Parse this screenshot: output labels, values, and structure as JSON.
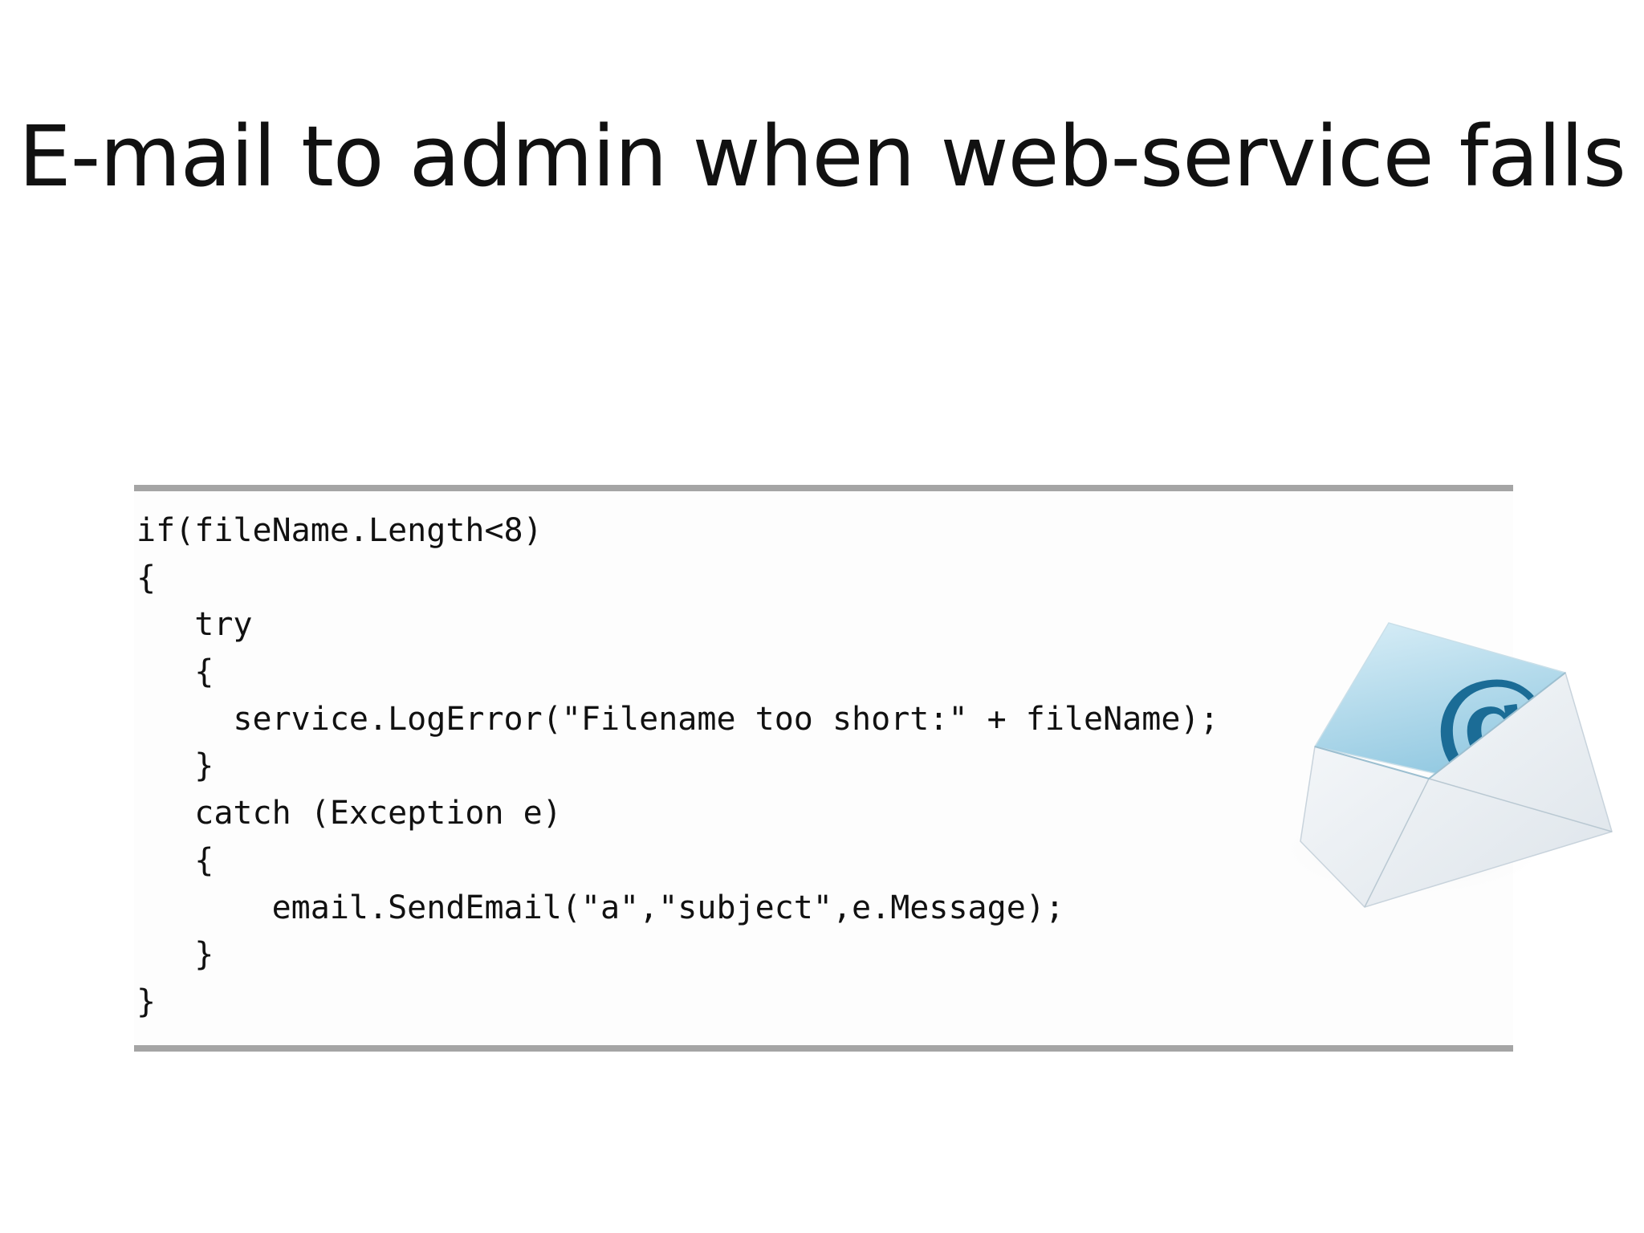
{
  "slide": {
    "title": "E-mail to admin when web-service falls"
  },
  "code": {
    "lines": [
      "if(fileName.Length<8)",
      "{",
      "   try",
      "   {",
      "     service.LogError(\"Filename too short:\" + fileName);",
      "   }",
      "   catch (Exception e)",
      "   {",
      "       email.SendEmail(\"a\",\"subject\",e.Message);",
      "   }",
      "}"
    ]
  },
  "illustration": {
    "icon": "envelope-at-icon",
    "glyph": "@",
    "colors": {
      "flap_light": "#d6ecf5",
      "flap_blue": "#9fd0e6",
      "at_symbol": "#1b6c96",
      "envelope_body": "#eef2f6",
      "rule": "#a5a5a5"
    }
  }
}
